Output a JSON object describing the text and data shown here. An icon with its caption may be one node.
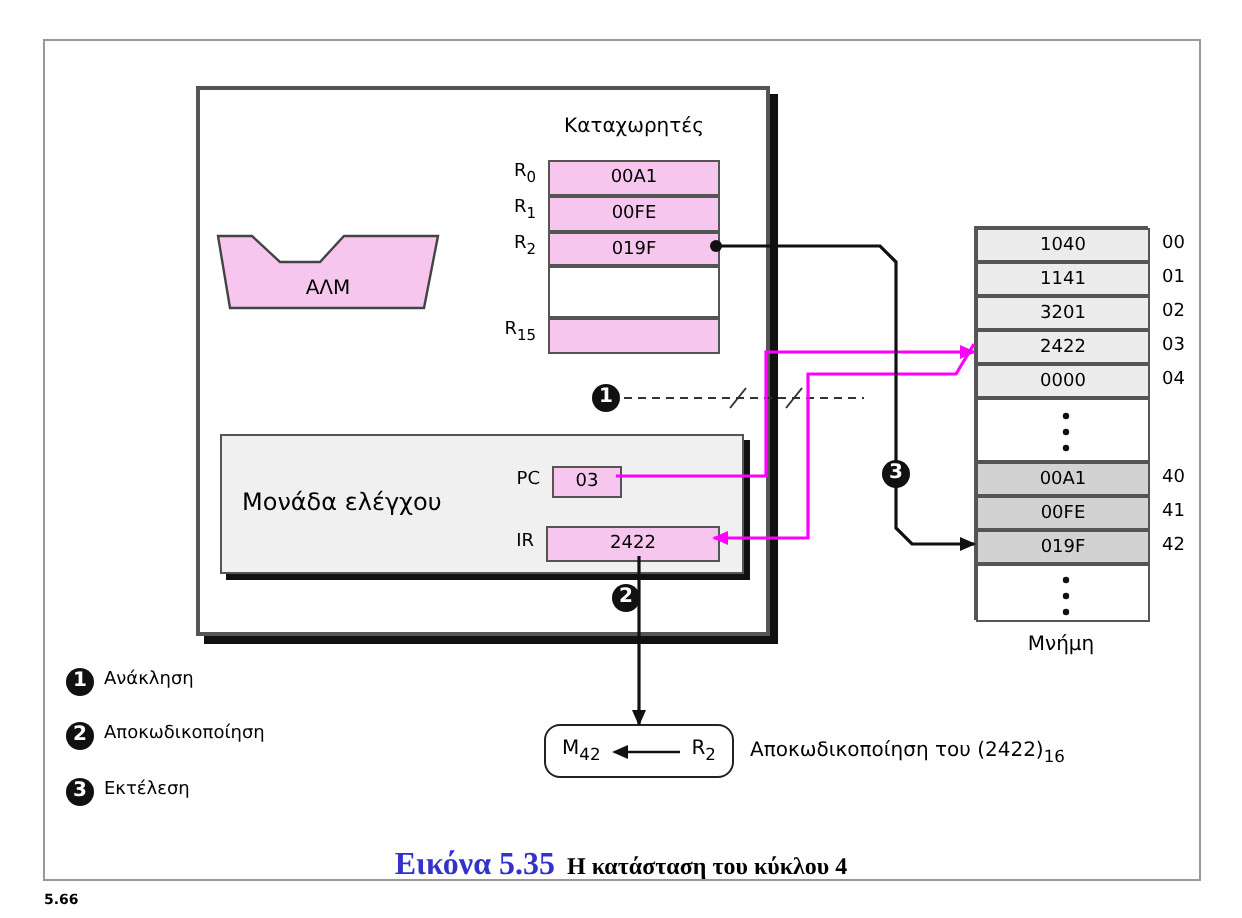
{
  "diagram": {
    "caption": "Εικόνα 5.35  Η κατάσταση του κύκλου 4",
    "nodes": [
      {
        "text": [],
        "shape": "box"
      },
      {
        "text": [
          "ΑΛΜ"
        ],
        "in": 0
      },
      {
        "text": [
          "Καταχωρητές"
        ],
        "in": 0
      },
      {
        "text": [
          "00A1"
        ],
        "in": 2,
        "beside": [
          "R$_{0}$"
        ]
      },
      {
        "text": [
          "00FE"
        ],
        "in": 2,
        "beside": [
          "R$_{1}$"
        ]
      },
      {
        "text": [
          "019F"
        ],
        "in": 2,
        "beside": [
          "R$_{2}$"
        ]
      },
      {
        "text": [],
        "shape": "box",
        "in": 2
      },
      {
        "text": [],
        "shape": "box",
        "in": 2,
        "beside": [
          "R$_{15}$"
        ]
      },
      {
        "text": [
          "Μονάδα ελέγχου"
        ],
        "in": 0
      },
      {
        "text": [
          "03"
        ],
        "in": 8,
        "beside": [
          "PC"
        ]
      },
      {
        "text": [
          "2422"
        ],
        "in": 8,
        "beside": [
          "IR"
        ]
      },
      {
        "text": [],
        "shape": "box",
        "beside": [
          "Μνήμη"
        ]
      },
      {
        "text": [
          "1040"
        ],
        "in": 11,
        "beside": [
          "00"
        ]
      },
      {
        "text": [
          "1141"
        ],
        "in": 11,
        "beside": [
          "01"
        ]
      },
      {
        "text": [
          "3201"
        ],
        "in": 11,
        "beside": [
          "02"
        ]
      },
      {
        "text": [
          "2422"
        ],
        "in": 11,
        "beside": [
          "03"
        ]
      },
      {
        "text": [
          "0000"
        ],
        "in": 11,
        "beside": [
          "04"
        ]
      },
      {
        "text": [],
        "shape": "box",
        "in": 11
      },
      {
        "text": [
          "00A1"
        ],
        "in": 11,
        "beside": [
          "40"
        ]
      },
      {
        "text": [
          "00FE"
        ],
        "in": 11,
        "beside": [
          "41"
        ]
      },
      {
        "text": [
          "019F"
        ],
        "in": 11,
        "beside": [
          "42"
        ]
      },
      {
        "text": [],
        "shape": "box",
        "in": 11
      },
      {
        "text": [
          "M$_{42}$",
          "R$_{2}$"
        ],
        "beside": [
          "Αποκωδικοποίηση του (2422)$_{16}$"
        ]
      }
    ],
    "edges": [
      {
        "from": 9,
        "to": 15,
        "arrow": "to",
        "color": "#ff00ff"
      },
      {
        "from": 15,
        "to": 10,
        "arrow": "to",
        "color": "#ff00ff"
      },
      {
        "from": 5,
        "to": 20,
        "arrow": "to",
        "label": "3",
        "color": "#111111"
      },
      {
        "from": 10,
        "to": 22,
        "arrow": "to",
        "label": "2",
        "color": "#111111"
      }
    ],
    "labels": [
      "1",
      "1",
      "Ανάκληση",
      "2",
      "Αποκωδικοποίηση",
      "3",
      "Εκτέλεση",
      "5.66"
    ]
  }
}
